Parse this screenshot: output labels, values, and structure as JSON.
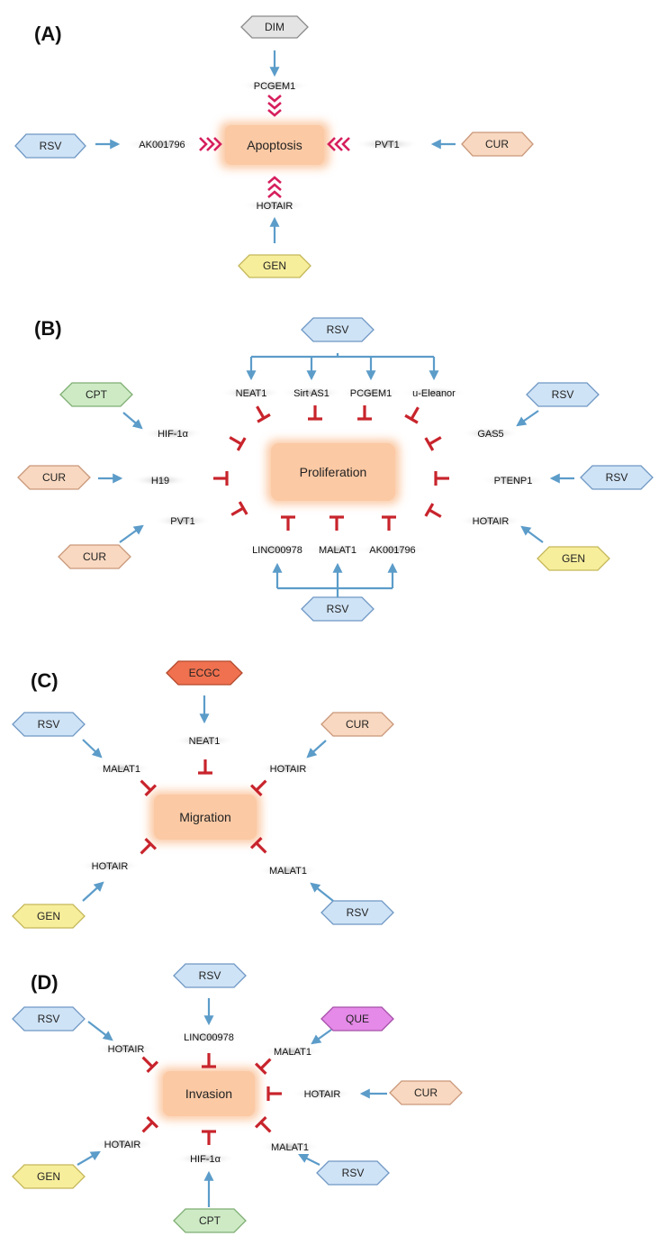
{
  "panels": [
    {
      "label": "(A)",
      "process": "Apoptosis",
      "compounds": [
        "DIM",
        "RSV",
        "CUR",
        "GEN"
      ],
      "lncrnas": [
        "PCGEM1",
        "AK001796",
        "PVT1",
        "HOTAIR"
      ]
    },
    {
      "label": "(B)",
      "process": "Proliferation",
      "compounds": [
        "RSV",
        "CPT",
        "RSV",
        "CUR",
        "RSV",
        "CUR",
        "GEN",
        "RSV"
      ],
      "lncrnas": [
        "NEAT1",
        "Sirt AS1",
        "PCGEM1",
        "u-Eleanor",
        "HIF-1α",
        "GAS5",
        "H19",
        "PTENP1",
        "PVT1",
        "HOTAIR",
        "LINC00978",
        "MALAT1",
        "AK001796"
      ]
    },
    {
      "label": "(C)",
      "process": "Migration",
      "compounds": [
        "ECGC",
        "RSV",
        "CUR",
        "GEN",
        "RSV"
      ],
      "lncrnas": [
        "NEAT1",
        "MALAT1",
        "HOTAIR",
        "HOTAIR",
        "MALAT1"
      ]
    },
    {
      "label": "(D)",
      "process": "Invasion",
      "compounds": [
        "RSV",
        "RSV",
        "QUE",
        "CUR",
        "GEN",
        "RSV",
        "CPT"
      ],
      "lncrnas": [
        "LINC00978",
        "HOTAIR",
        "MALAT1",
        "HOTAIR",
        "HOTAIR",
        "HIF-1α",
        "MALAT1"
      ]
    }
  ],
  "colors": {
    "RSV": "#cfe3f6",
    "CUR": "#f8d8c0",
    "GEN": "#f7ee9c",
    "DIM": "#e4e4e4",
    "CPT": "#cdeac5",
    "ECGC": "#f0714f",
    "QUE": "#e58ae8",
    "process": "#fbc9a4",
    "arrow": "#5c9cc9",
    "inhibit": "#c8242c",
    "induce": "#d61f5d"
  }
}
